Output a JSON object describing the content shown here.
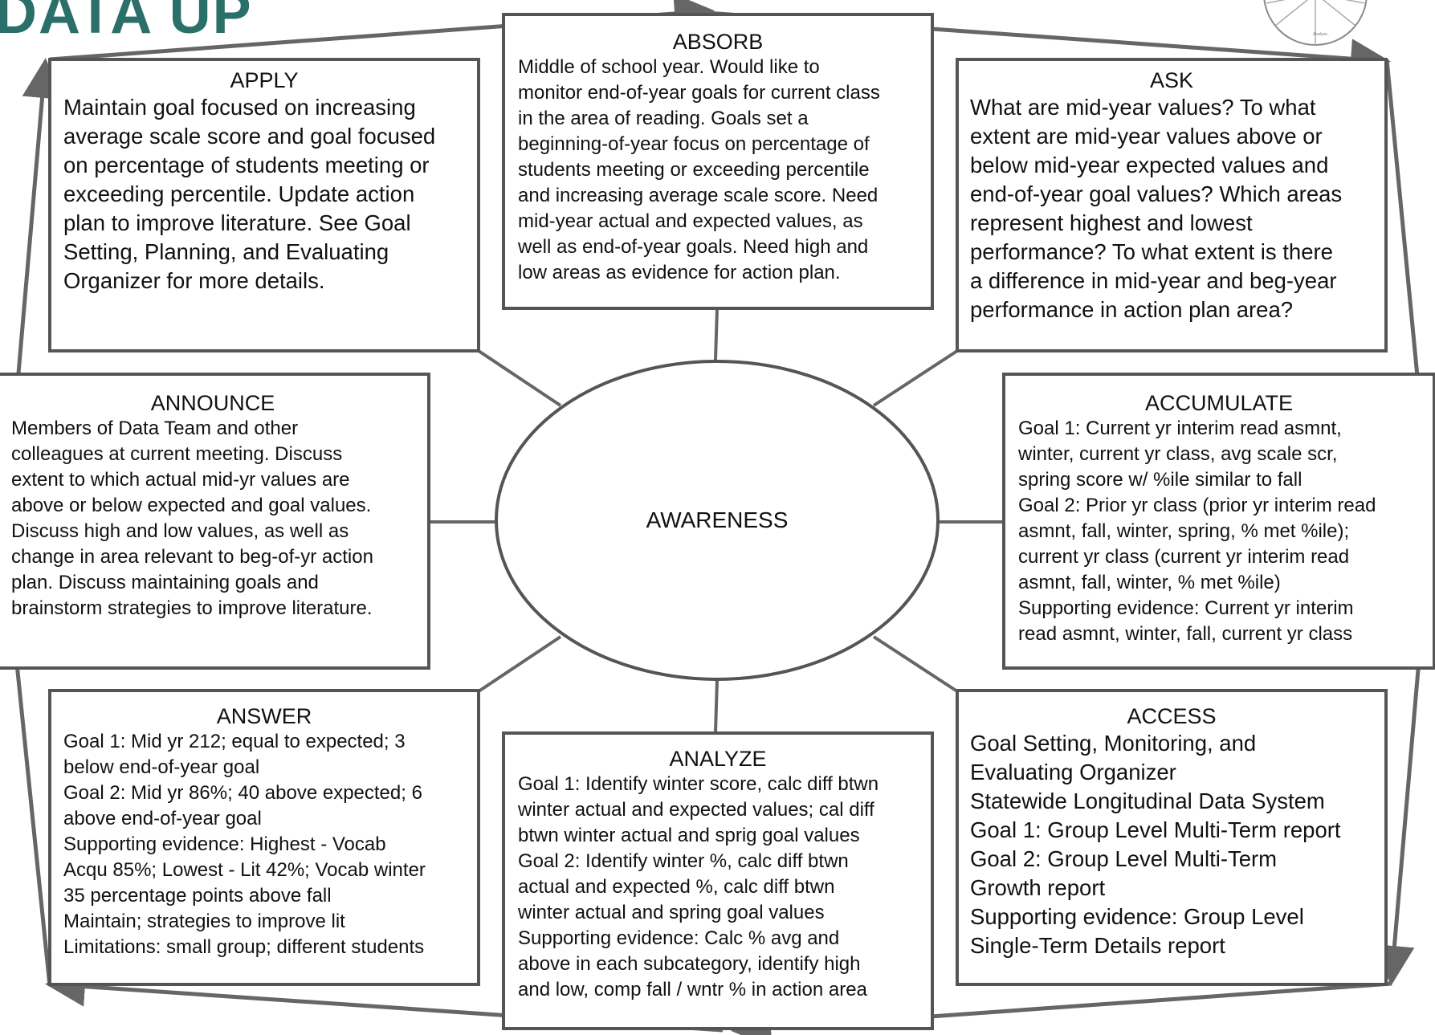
{
  "logo": {
    "text": "DATA UP"
  },
  "center": {
    "label": "AWARENESS"
  },
  "boxes": {
    "apply": {
      "title": "APPLY",
      "body": "Maintain goal focused on increasing\naverage scale score and goal focused\non percentage of students meeting or\nexceeding percentile. Update action\nplan to improve literature. See Goal\nSetting, Planning, and Evaluating\nOrganizer for more details."
    },
    "absorb": {
      "title": "ABSORB",
      "body": "Middle of school year. Would like to\nmonitor end-of-year goals for current class\nin the area of reading. Goals set a\nbeginning-of-year focus on percentage of\nstudents meeting or exceeding percentile\nand increasing average scale score. Need\nmid-year actual and expected values, as\nwell as end-of-year goals. Need high and\nlow areas as evidence for action plan."
    },
    "ask": {
      "title": "ASK",
      "body": "What are mid-year values? To what\nextent are mid-year values above or\nbelow mid-year expected values and\nend-of-year goal values? Which areas\nrepresent highest and lowest\nperformance? To what extent is there\na difference in mid-year and beg-year\nperformance in action plan area?"
    },
    "announce": {
      "title": "ANNOUNCE",
      "body": "Members of Data Team and other\ncolleagues at current meeting. Discuss\nextent to which actual mid-yr values are\nabove or below expected and goal values.\nDiscuss high and low values, as well as\nchange in area relevant to beg-of-yr action\nplan. Discuss maintaining goals and\nbrainstorm strategies to improve literature."
    },
    "accumulate": {
      "title": "ACCUMULATE",
      "body": "Goal 1: Current yr interim read asmnt,\nwinter, current yr class, avg scale scr,\nspring score w/ %ile similar to fall\nGoal 2: Prior yr class (prior yr interim read\nasmnt, fall, winter, spring, % met %ile);\ncurrent yr class (current yr interim read\nasmnt, fall, winter, % met %ile)\nSupporting evidence: Current yr interim\nread asmnt, winter, fall, current yr class"
    },
    "answer": {
      "title": "ANSWER",
      "body": "Goal 1: Mid yr 212; equal to expected; 3\nbelow end-of-year goal\nGoal 2: Mid yr 86%; 40 above expected; 6\nabove end-of-year goal\nSupporting evidence: Highest - Vocab\nAcqu 85%; Lowest - Lit 42%; Vocab winter\n35 percentage points above fall\nMaintain; strategies to improve lit\nLimitations: small group; different students"
    },
    "analyze": {
      "title": "ANALYZE",
      "body": "Goal 1: Identify winter score, calc diff btwn\nwinter actual and expected values; cal diff\nbtwn winter actual and sprig goal values\nGoal 2: Identify winter %, calc diff btwn\nactual and expected %, calc diff btwn\nwinter actual and spring goal values\nSupporting evidence: Calc % avg and\nabove in each subcategory, identify high\nand low, comp fall / wntr % in action area"
    },
    "access": {
      "title": "ACCESS",
      "body": "Goal Setting, Monitoring, and\nEvaluating Organizer\nStatewide Longitudinal Data System\nGoal 1: Group Level Multi-Term report\nGoal 2: Group Level Multi-Term\nGrowth report\nSupporting evidence: Group Level\nSingle-Term Details report"
    }
  },
  "wheel_labels": [
    "Analyze"
  ]
}
